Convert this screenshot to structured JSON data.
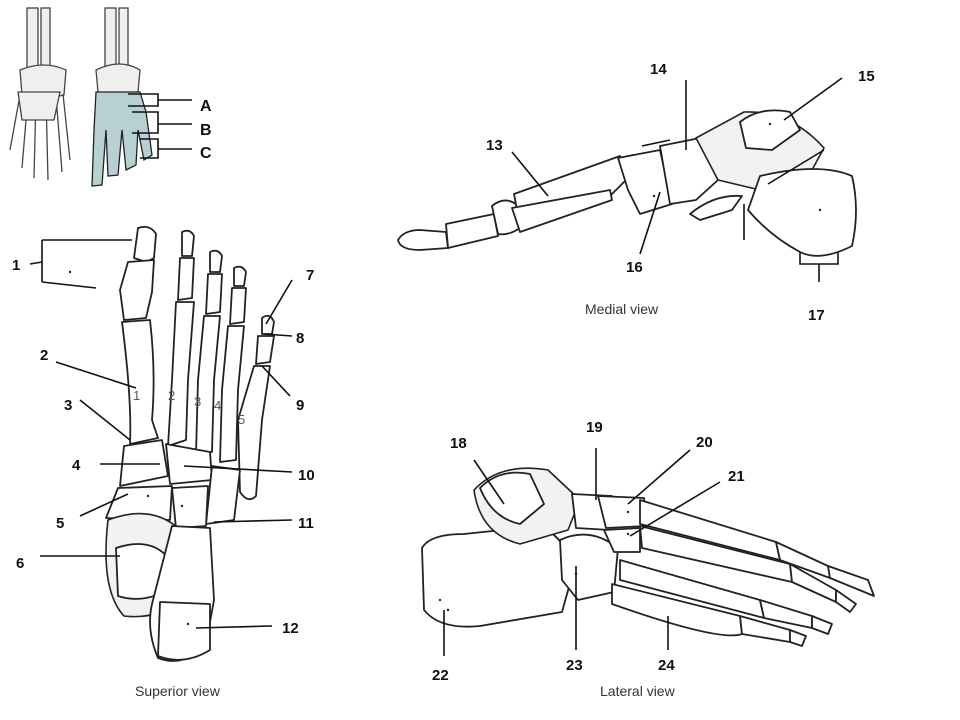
{
  "views": {
    "superior": "Superior view",
    "medial": "Medial view",
    "lateral": "Lateral view"
  },
  "thumbnail_labels": [
    "A",
    "B",
    "C"
  ],
  "metatarsal_numbers": [
    "1",
    "2",
    "3",
    "4",
    "5"
  ],
  "labels": {
    "n1": "1",
    "n2": "2",
    "n3": "3",
    "n4": "4",
    "n5": "5",
    "n6": "6",
    "n7": "7",
    "n8": "8",
    "n9": "9",
    "n10": "10",
    "n11": "11",
    "n12": "12",
    "n13": "13",
    "n14": "14",
    "n15": "15",
    "n16": "16",
    "n17": "17",
    "n18": "18",
    "n19": "19",
    "n20": "20",
    "n21": "21",
    "n22": "22",
    "n23": "23",
    "n24": "24"
  },
  "colors": {
    "highlight": "#b7d0d3",
    "line": "#111111"
  }
}
